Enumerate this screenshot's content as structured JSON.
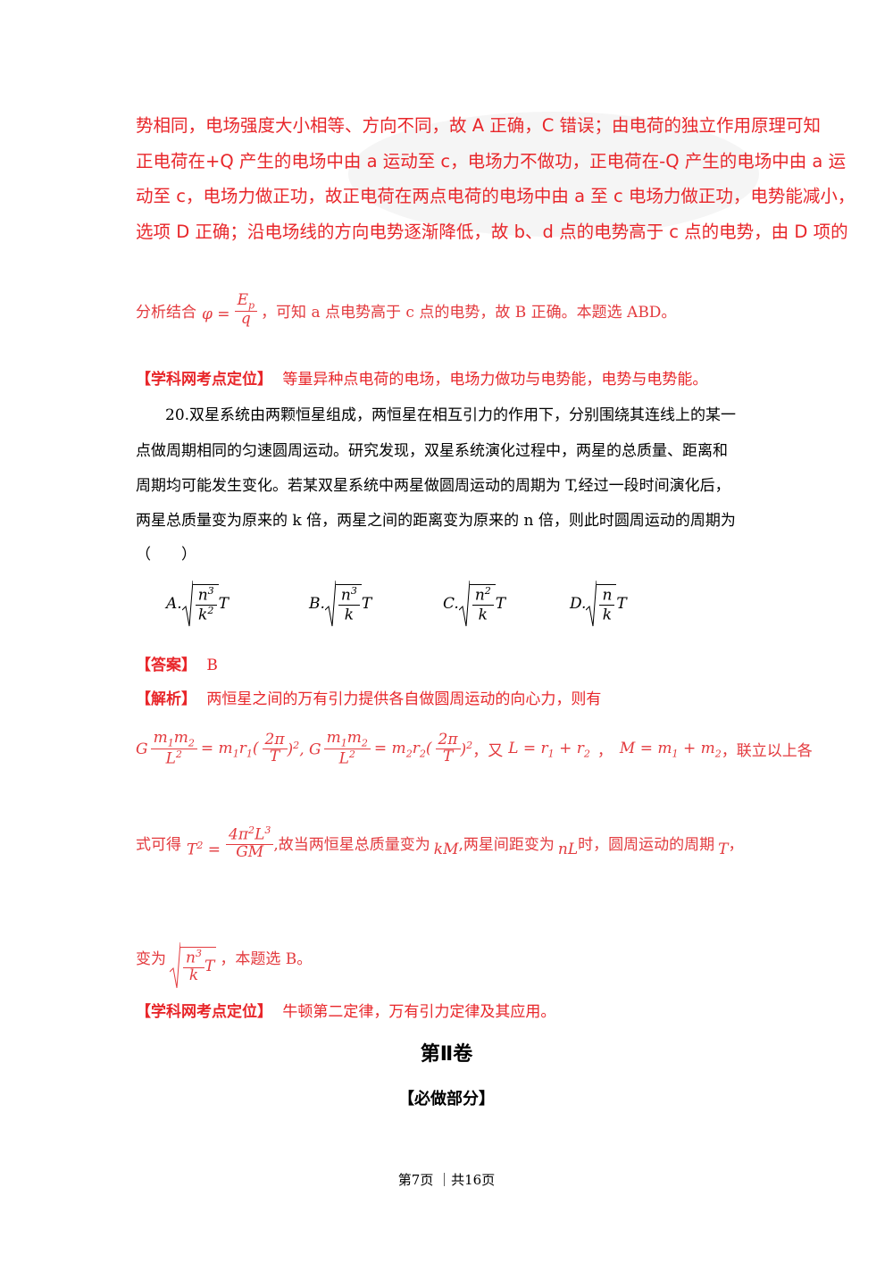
{
  "analysis_prev": {
    "line1": "势相同，电场强度大小相等、方向不同，故 A 正确，C 错误；由电荷的独立作用原理可知",
    "line2": "正电荷在+Q 产生的电场中由 a 运动至 c，电场力不做功，正电荷在-Q 产生的电场中由 a 运",
    "line3": "动至 c，电场力做正功，故正电荷在两点电荷的电场中由 a 至 c 电场力做正功，电势能减小，",
    "line4": "选项 D 正确；沿电场线的方向电势逐渐降低，故 b、d 点的电势高于 c 点的电势，由 D 项的",
    "line5_pre": "分析结合",
    "line5_formula_lhs": "φ =",
    "line5_num": "E",
    "line5_num_sub": "p",
    "line5_den": "q",
    "line5_post": "，可知 a 点电势高于 c 点的电势，故 B 正确。本题选 ABD。"
  },
  "kaodian1": {
    "tag": "【学科网考点定位】",
    "text": "等量异种点电荷的电场，电场力做功与电势能，电势与电势能。"
  },
  "question20": {
    "line1": "20.双星系统由两颗恒星组成，两恒星在相互引力的作用下，分别围绕其连线上的某一",
    "line2": "点做周期相同的匀速圆周运动。研究发现，双星系统演化过程中，两星的总质量、距离和",
    "line3": "周期均可能发生变化。若某双星系统中两星做圆周运动的周期为 T,经过一段时间演化后，",
    "line4": "两星总质量变为原来的 k 倍，两星之间的距离变为原来的 n 倍，则此时圆周运动的周期为",
    "line5": "（　　）",
    "choices": [
      {
        "label": "A.",
        "num": "n",
        "num_exp": "3",
        "den": "k",
        "den_exp": "2",
        "tail": "T"
      },
      {
        "label": "B.",
        "num": "n",
        "num_exp": "3",
        "den": "k",
        "den_exp": "",
        "tail": "T"
      },
      {
        "label": "C.",
        "num": "n",
        "num_exp": "2",
        "den": "k",
        "den_exp": "",
        "tail": "T"
      },
      {
        "label": "D.",
        "num": "n",
        "num_exp": "",
        "den": "k",
        "den_exp": "",
        "tail": "T"
      }
    ]
  },
  "answer": {
    "tag": "【答案】",
    "text": "B"
  },
  "analysis": {
    "tag": "【解析】",
    "text": "两恒星之间的万有引力提供各自做圆周运动的向心力，则有",
    "connector1": "，又",
    "connector2": "，联立以上各",
    "line3_pre": "式可得",
    "line3_mid1": ",故当两恒星总质量变为",
    "kM": "kM",
    "line3_mid2": ",两星间距变为",
    "nL": "nL",
    "line3_mid3": "时，圆周运动的周期",
    "T": "T",
    "line3_end": "，",
    "line4_pre": "变为",
    "line4_post": "，本题选 B。"
  },
  "kaodian2": {
    "tag": "【学科网考点定位】",
    "text": "牛顿第二定律，万有引力定律及其应用。"
  },
  "section": {
    "title": "第Ⅱ卷",
    "subtitle": "【必做部分】"
  },
  "footer": {
    "page": "第7页 ｜共16页"
  }
}
